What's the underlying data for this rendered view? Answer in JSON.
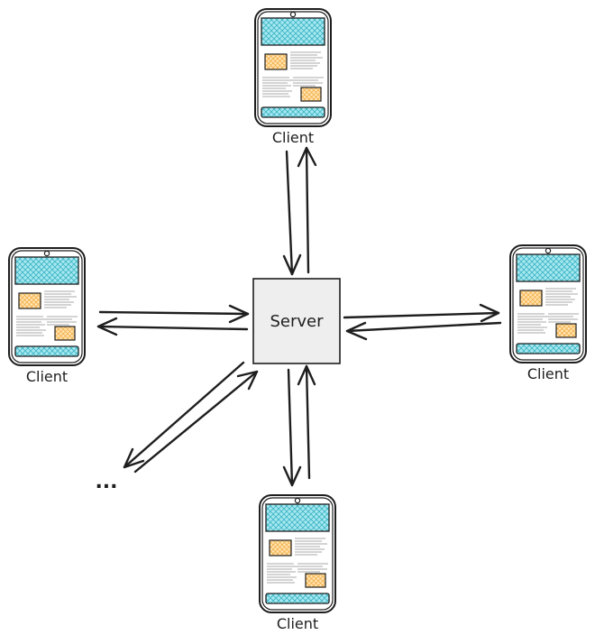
{
  "server": {
    "label": "Server"
  },
  "clients": [
    {
      "id": "top",
      "label": "Client"
    },
    {
      "id": "left",
      "label": "Client"
    },
    {
      "id": "right",
      "label": "Client"
    },
    {
      "id": "bottom",
      "label": "Client"
    }
  ],
  "ellipsis": {
    "label": "..."
  },
  "colors": {
    "stroke": "#1e1e1e",
    "screen_accent": "#5fc9d6",
    "card_fill": "#ffd8a8",
    "server_fill": "#eeeeee"
  }
}
